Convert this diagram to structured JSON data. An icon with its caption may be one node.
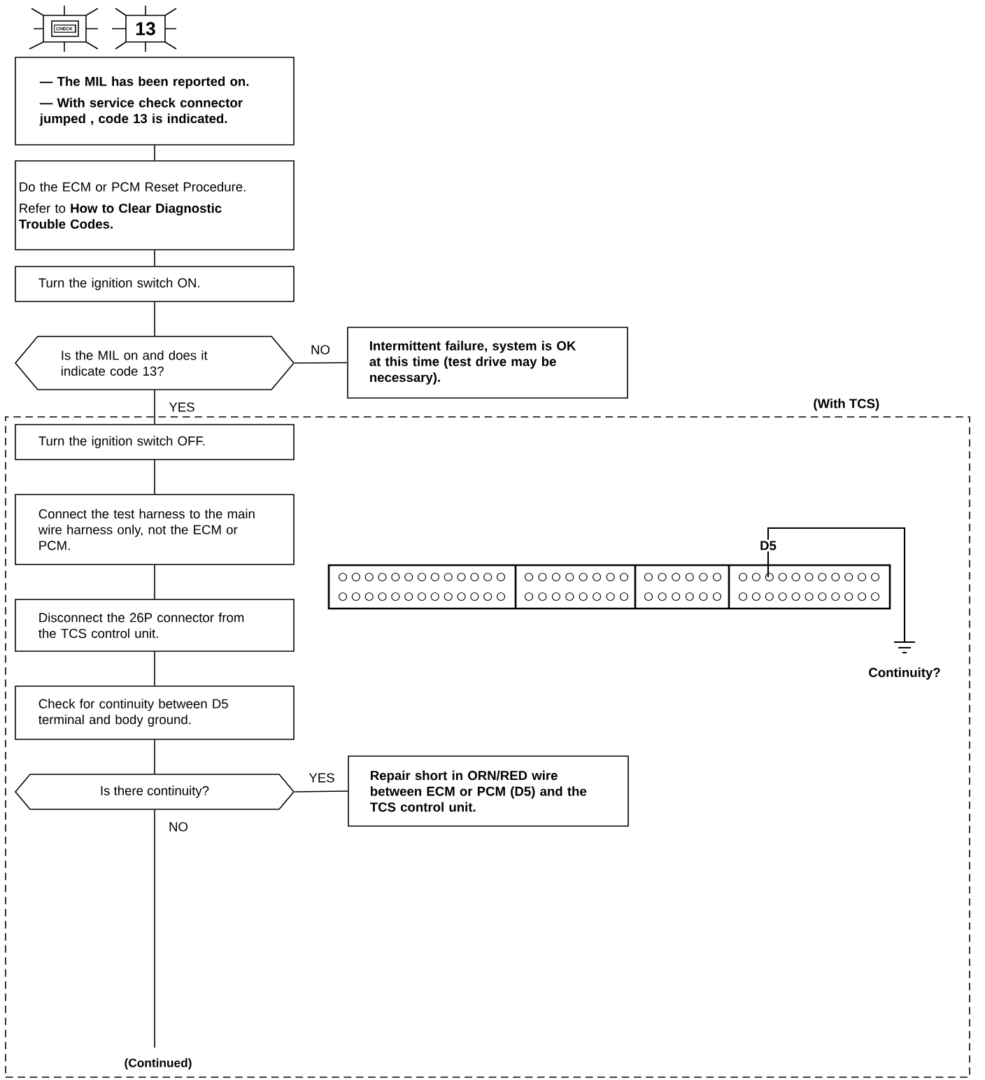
{
  "diagram": {
    "nodes": [
      {
        "text": [
          "— The MIL has been reported on.",
          "— With service check connector jumped , code 13 is indicated."
        ]
      },
      {
        "text": [
          "Do the ECM or PCM Reset Procedure.",
          "Refer to **How to Clear Diagnostic Trouble Codes.**"
        ]
      },
      {
        "text": [
          "Turn the ignition switch ON."
        ]
      },
      {
        "text": [
          "Is the MIL on and does it indicate code 13?"
        ]
      },
      {
        "text": [
          "Intermittent failure, system is OK at this time (test drive may be necessary)."
        ]
      },
      {
        "text": [
          "(With TCS)"
        ]
      },
      {
        "text": [
          "Turn the ignition switch OFF."
        ],
        "in": 5
      },
      {
        "text": [
          "Connect the test harness to the main wire harness only, not the ECM or PCM."
        ],
        "in": 5
      },
      {
        "text": [
          "Disconnect the 26P connector from the TCS control unit."
        ],
        "in": 5
      },
      {
        "text": [
          "Check for continuity between D5 terminal and body ground."
        ],
        "in": 5
      },
      {
        "text": [
          "Is there continuity?"
        ],
        "in": 5
      },
      {
        "text": [
          "Repair short in ORN/RED wire between ECM or PCM (D5) and the TCS control unit."
        ],
        "in": 5
      }
    ],
    "edges": [
      {
        "from": 0,
        "to": 1,
        "arrow": "none"
      },
      {
        "from": 1,
        "to": 2,
        "arrow": "none"
      },
      {
        "from": 2,
        "to": 3,
        "arrow": "none"
      },
      {
        "from": 3,
        "to": 4,
        "arrow": "none",
        "label": "NO"
      },
      {
        "from": 3,
        "to": 6,
        "arrow": "none",
        "label": "YES"
      },
      {
        "from": 6,
        "to": 7,
        "arrow": "none"
      },
      {
        "from": 7,
        "to": 8,
        "arrow": "none"
      },
      {
        "from": 8,
        "to": 9,
        "arrow": "none"
      },
      {
        "from": 9,
        "to": 10,
        "arrow": "none"
      },
      {
        "from": 10,
        "to": 11,
        "arrow": "none",
        "label": "YES"
      },
      {
        "from": 10,
        "to": null,
        "arrow": "none",
        "label": "NO"
      }
    ],
    "labels": [
      "CHECK",
      "13",
      "D5",
      "Continuity?",
      "(Continued)"
    ]
  }
}
